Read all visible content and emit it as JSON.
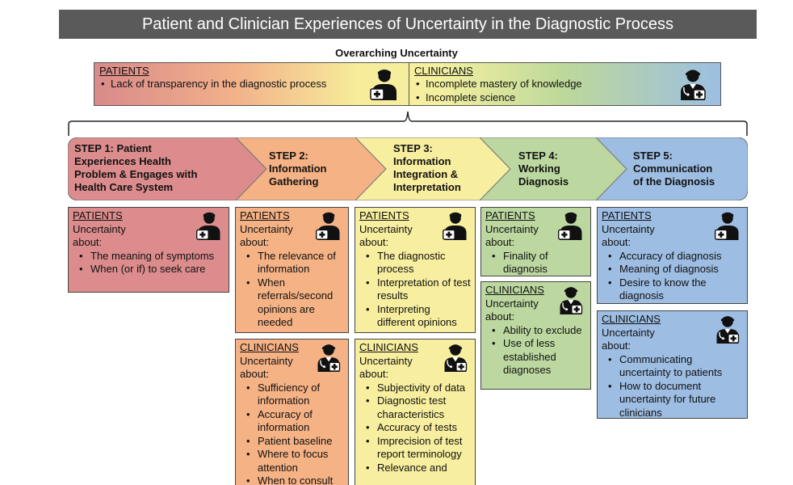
{
  "title": "Patient and Clinician Experiences of Uncertainty in the Diagnostic Process",
  "overarching": {
    "label": "Overarching Uncertainty",
    "patients": {
      "heading": "PATIENTS",
      "items": [
        "Lack of transparency in the diagnostic process"
      ]
    },
    "clinicians": {
      "heading": "CLINICIANS",
      "items": [
        "Incomplete mastery of knowledge",
        "Incomplete science"
      ]
    }
  },
  "steps": [
    {
      "lines": [
        "STEP 1: Patient",
        "Experiences Health",
        "Problem & Engages with",
        "Health Care System"
      ]
    },
    {
      "lines": [
        "STEP 2:",
        "Information",
        "Gathering"
      ]
    },
    {
      "lines": [
        "STEP 3:",
        "Information",
        "Integration &",
        "Interpretation"
      ]
    },
    {
      "lines": [
        "STEP 4:",
        "Working",
        "Diagnosis"
      ]
    },
    {
      "lines": [
        "STEP 5:",
        "Communication",
        "of the Diagnosis"
      ]
    }
  ],
  "common": {
    "uncertainty": "Uncertainty",
    "about": "about:",
    "patients": "PATIENTS",
    "clinicians": "CLINICIANS"
  },
  "cards": {
    "s1p": [
      "The meaning of symptoms",
      "When (or if) to seek care"
    ],
    "s2p": [
      "The relevance of information",
      "When referrals/second opinions are needed"
    ],
    "s2c": [
      "Sufficiency of information",
      "Accuracy of information",
      "Patient baseline",
      "Where to focus attention",
      "When to consult"
    ],
    "s3p": [
      "The diagnostic process",
      "Interpretation of test results",
      "Interpreting different opinions"
    ],
    "s3c": [
      "Subjectivity of data",
      "Diagnostic test characteristics",
      "Accuracy of tests",
      "Imprecision of test report terminology",
      "Relevance and"
    ],
    "s4p": [
      "Finality of diagnosis"
    ],
    "s4c": [
      "Ability to exclude",
      "Use of less established diagnoses"
    ],
    "s5p": [
      "Accuracy of diagnosis",
      "Meaning of diagnosis",
      "Desire to know the diagnosis"
    ],
    "s5c": [
      "Communicating uncertainty to patients",
      "How to document uncertainty for future clinicians"
    ]
  },
  "colors": {
    "step1": "#dc8c8c",
    "step2": "#f5b285",
    "step3": "#f8ee9f",
    "step4": "#bcd8a0",
    "step5": "#9dbde3"
  }
}
